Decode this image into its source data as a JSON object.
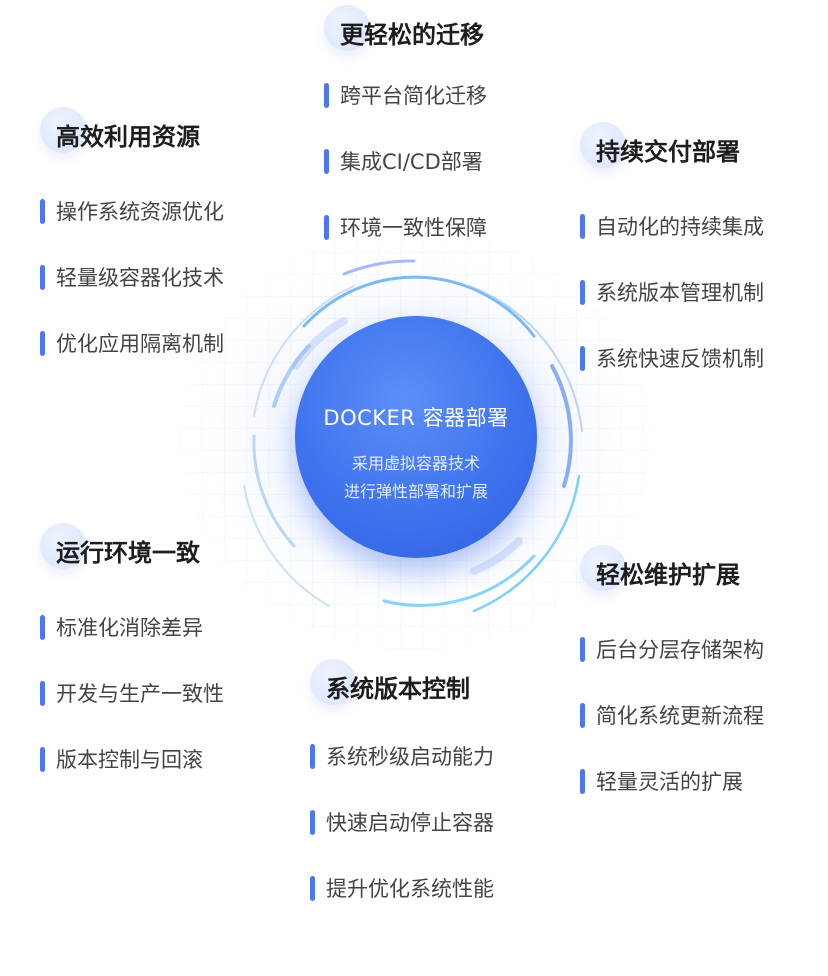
{
  "center": {
    "title": "DOCKER 容器部署",
    "subtitle_line1": "采用虚拟容器技术",
    "subtitle_line2": "进行弹性部署和扩展"
  },
  "groups": {
    "migration": {
      "title": "更轻松的迁移",
      "items": [
        "跨平台简化迁移",
        "集成CI/CD部署",
        "环境一致性保障"
      ]
    },
    "resources": {
      "title": "高效利用资源",
      "items": [
        "操作系统资源优化",
        "轻量级容器化技术",
        "优化应用隔离机制"
      ]
    },
    "delivery": {
      "title": "持续交付部署",
      "items": [
        "自动化的持续集成",
        "系统版本管理机制",
        "系统快速反馈机制"
      ]
    },
    "environment": {
      "title": "运行环境一致",
      "items": [
        "标准化消除差异",
        "开发与生产一致性",
        "版本控制与回滚"
      ]
    },
    "maintenance": {
      "title": "轻松维护扩展",
      "items": [
        "后台分层存储架构",
        "简化系统更新流程",
        "轻量灵活的扩展"
      ]
    },
    "versioning": {
      "title": "系统版本控制",
      "items": [
        "系统秒级启动能力",
        "快速启动停止容器",
        "提升优化系统性能"
      ]
    }
  },
  "colors": {
    "accent": "#4c76f2",
    "core": "#3f73ee",
    "ring": "#5aa9f5",
    "text": "#1d1d1f"
  }
}
